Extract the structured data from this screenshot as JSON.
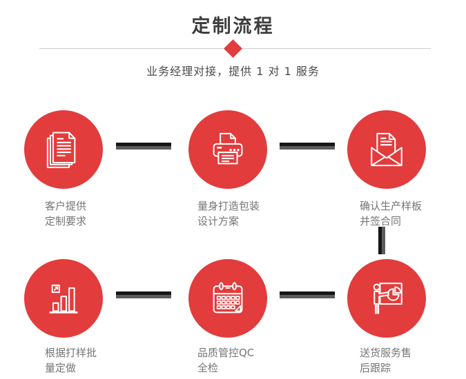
{
  "header": {
    "title": "定制流程",
    "subtitle": "业务经理对接，提供 1 对 1 服务"
  },
  "colors": {
    "accent_red": "#e23c3c",
    "icon_stroke": "#ffffff",
    "connector_dark": "#161616",
    "connector_gray": "#5c5c5c",
    "divider_line": "#cccccc",
    "title_text": "#3d3d3d",
    "subtitle_text": "#4a4a4a",
    "label_text": "#757575"
  },
  "steps": [
    {
      "icon": "documents-icon",
      "label_line1": "客户提供",
      "label_line2": "定制要求"
    },
    {
      "icon": "printer-icon",
      "label_line1": "量身打造包装",
      "label_line2": "设计方案"
    },
    {
      "icon": "envelope-icon",
      "label_line1": "确认生产样板",
      "label_line2": "并签合同"
    },
    {
      "icon": "bar-chart-icon",
      "label_line1": "根据打样批",
      "label_line2": "量定做"
    },
    {
      "icon": "calendar-icon",
      "label_line1": "品质管控QC",
      "label_line2": "全检"
    },
    {
      "icon": "presentation-icon",
      "label_line1": "送货服务售",
      "label_line2": "后跟踪"
    }
  ]
}
